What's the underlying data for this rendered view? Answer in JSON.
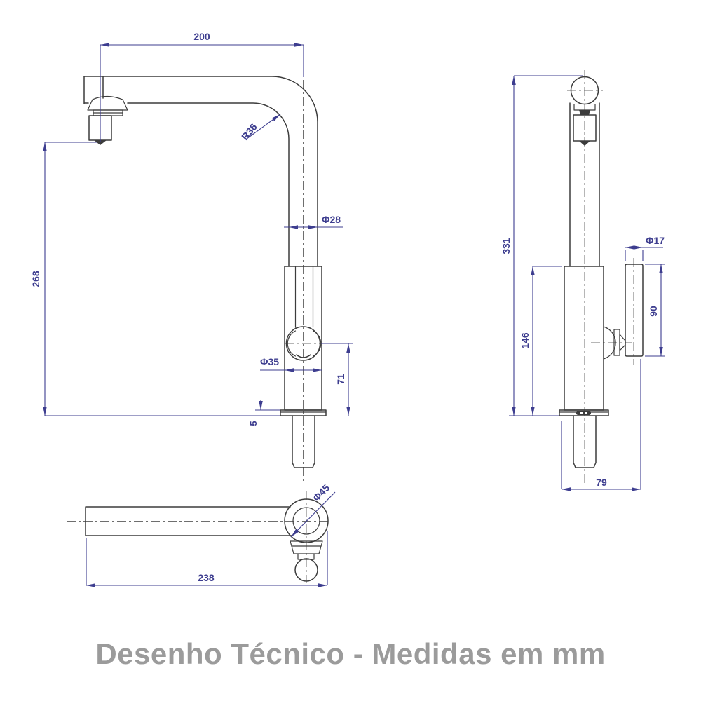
{
  "caption": "Desenho Técnico - Medidas em mm",
  "colors": {
    "dimension_color": "#3d3d8f",
    "object_line_color": "#3c3c3c",
    "centerline_color": "#6e6e6e",
    "caption_color": "#9b9b9b",
    "background": "#ffffff"
  },
  "views": {
    "side_view": {
      "dims": {
        "spout_reach": "200",
        "bend_radius": "R36",
        "spout_tube_diameter": "Φ28",
        "spout_height": "268",
        "body_diameter": "Φ35",
        "handle_center_height": "71",
        "flange_thickness": "5"
      }
    },
    "front_view": {
      "dims": {
        "total_height": "331",
        "body_height": "146",
        "handle_diameter": "Φ17",
        "handle_length": "90",
        "base_width": "79"
      }
    },
    "top_view": {
      "dims": {
        "total_length": "238",
        "base_diameter": "Φ45"
      }
    }
  }
}
